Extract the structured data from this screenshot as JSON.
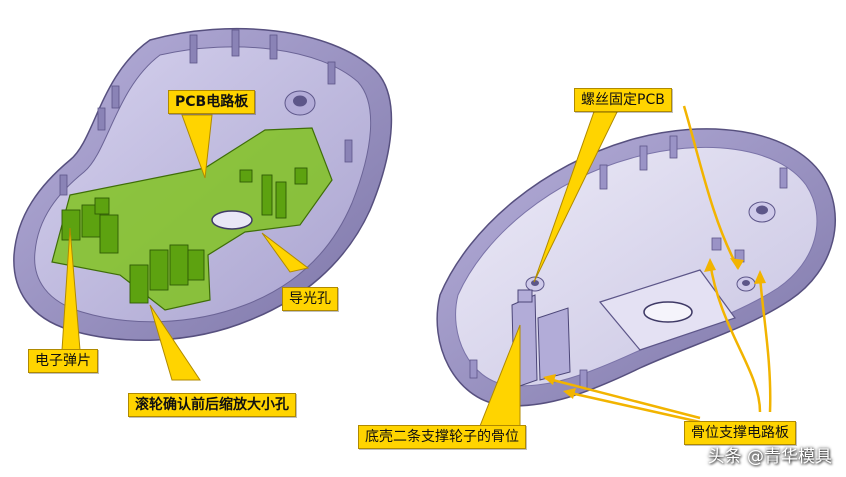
{
  "labels": {
    "pcb_board": "PCB电路板",
    "light_hole": "导光孔",
    "spring_contact": "电子弹片",
    "wheel_hole_note": "滚轮确认前后缩放大小孔",
    "screw_fix_pcb": "螺丝固定PCB",
    "bottom_ribs": "底壳二条支撑轮子的骨位",
    "support_ribs": "骨位支撑电路板"
  },
  "watermark": "头条 @青华模具",
  "colors": {
    "shell": "#9f98c7",
    "shell_inner": "#c9c4e6",
    "pcb": "#7fc31a",
    "callout_fill": "#ffd400",
    "arrow": "#f2b400"
  }
}
